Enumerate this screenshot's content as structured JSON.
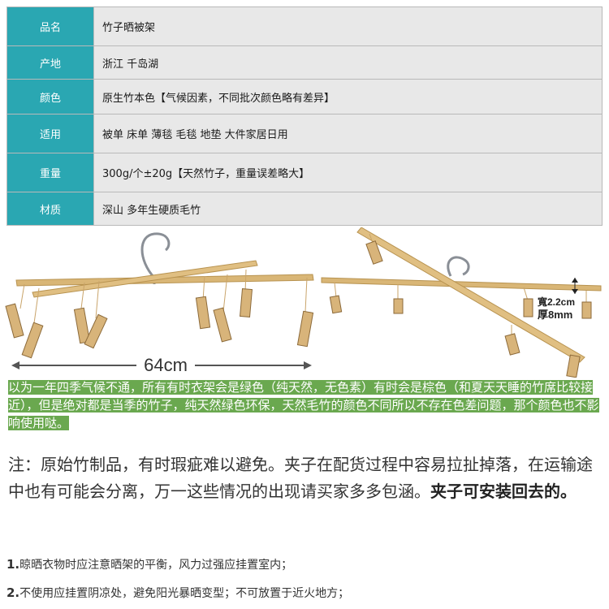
{
  "spec_table": [
    {
      "label": "品名",
      "value": "竹子晒被架"
    },
    {
      "label": "产地",
      "value": "浙江 千岛湖"
    },
    {
      "label": "颜色",
      "value": "原生竹本色【气候因素，不同批次颜色略有差异】"
    },
    {
      "label": "适用",
      "value": " 被单 床单 薄毯 毛毯 地垫  大件家居日用"
    },
    {
      "label": "重量",
      "value": " 300g/个±20g【天然竹子，重量误差略大】"
    },
    {
      "label": "材质",
      "value": " 深山 多年生硬质毛竹"
    }
  ],
  "photo_labels": {
    "length": "64cm",
    "width": "寬2.2cm",
    "thickness": "厚8mm"
  },
  "banner_text": "以为一年四季气候不通，所有有时衣架会是绿色（纯天然，无色素）有时会是棕色（和夏天天睡的竹席比较接近），但是绝对都是当季的竹子，纯天然绿色环保，天然毛竹的颜色不同所以不存在色差问题，那个颜色也不影响使用哒。",
  "note": {
    "text": "注：原始竹制品，有时瑕疵难以避免。夹子在配货过程中容易拉扯掉落，在运输途中也有可能会分离，万一这些情况的出现请买家多多包涵。",
    "bold": "夹子可安装回去的。"
  },
  "tips": [
    {
      "num": "1.",
      "text": "晾晒衣物时应注意晒架的平衡，风力过强应挂置室内；"
    },
    {
      "num": "2.",
      "text": "不使用应挂置阴凉处，避免阳光暴晒变型；不可放置于近火地方；"
    }
  ]
}
